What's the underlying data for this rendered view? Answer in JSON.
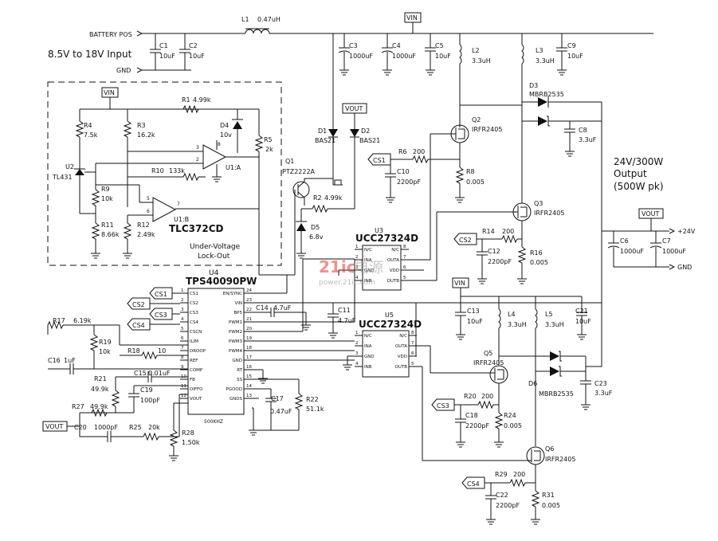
{
  "input": {
    "battery_pos": "BATTERY POS",
    "gnd": "GND",
    "range": "8.5V to 18V Input"
  },
  "output": {
    "power": "24V/300W",
    "output_word": "Output",
    "peak": "(500W pk)",
    "pos": "+24V",
    "gnd": "GND"
  },
  "nets": {
    "vin": "VIN",
    "vout": "VOUT",
    "cs1": "CS1",
    "cs2": "CS2",
    "cs3": "CS3",
    "cs4": "CS4"
  },
  "uvlo": {
    "title_line1": "Under-Voltage",
    "title_line2": "Lock-Out",
    "opamp_a": "U1:A",
    "opamp_b": "U1:B",
    "opamp_part": "TLC372CD",
    "ref_ref": "U2",
    "ref_part": "TL431"
  },
  "ics": {
    "u4_ref": "U4",
    "u4_part": "TPS40090PW",
    "u4_freq": "500KHZ",
    "u3_ref": "U3",
    "u3_part": "UCC27324D",
    "u5_ref": "U5",
    "u5_part": "UCC27324D"
  },
  "u4_pins_left": [
    {
      "num": "1",
      "name": "CS1"
    },
    {
      "num": "2",
      "name": "CS2"
    },
    {
      "num": "3",
      "name": "CS3"
    },
    {
      "num": "4",
      "name": "CS4"
    },
    {
      "num": "5",
      "name": "CSCN"
    },
    {
      "num": "6",
      "name": "ILIM"
    },
    {
      "num": "7",
      "name": "DROOP"
    },
    {
      "num": "8",
      "name": "REF"
    },
    {
      "num": "9",
      "name": "COMP"
    },
    {
      "num": "10",
      "name": "FB"
    },
    {
      "num": "11",
      "name": "DIFFO"
    },
    {
      "num": "12",
      "name": "VOUT"
    }
  ],
  "u4_pins_right": [
    {
      "num": "24",
      "name": "EN/SYNC"
    },
    {
      "num": "23",
      "name": "VIN"
    },
    {
      "num": "22",
      "name": "BP5"
    },
    {
      "num": "21",
      "name": "PWM1"
    },
    {
      "num": "20",
      "name": "PWM2"
    },
    {
      "num": "19",
      "name": "PWM3"
    },
    {
      "num": "18",
      "name": "PWM4"
    },
    {
      "num": "17",
      "name": "GND"
    },
    {
      "num": "16",
      "name": "RT"
    },
    {
      "num": "15",
      "name": "SS"
    },
    {
      "num": "14",
      "name": "PGOOD"
    },
    {
      "num": "13",
      "name": "GNDS"
    }
  ],
  "driver_pins": {
    "left": [
      {
        "num": "1",
        "name": "N/C"
      },
      {
        "num": "2",
        "name": "INA"
      },
      {
        "num": "3",
        "name": "GND"
      },
      {
        "num": "4",
        "name": "INB"
      }
    ],
    "right": [
      {
        "num": "8",
        "name": "N/C"
      },
      {
        "num": "7",
        "name": "OUTA"
      },
      {
        "num": "6",
        "name": "VDD"
      },
      {
        "num": "5",
        "name": "OUTB"
      }
    ]
  },
  "components": {
    "L1": {
      "ref": "L1",
      "value": "0.47uH"
    },
    "C1": {
      "ref": "C1",
      "value": "10uF"
    },
    "C2": {
      "ref": "C2",
      "value": "10uF"
    },
    "C3": {
      "ref": "C3",
      "value": "1000uF"
    },
    "C4": {
      "ref": "C4",
      "value": "1000uF"
    },
    "C5": {
      "ref": "C5",
      "value": "10uF"
    },
    "L2": {
      "ref": "L2",
      "value": "3.3uH"
    },
    "L3": {
      "ref": "L3",
      "value": "3.3uH"
    },
    "C9": {
      "ref": "C9",
      "value": "10uF"
    },
    "D3": {
      "ref": "D3",
      "value": "MBRB2535"
    },
    "Q2": {
      "ref": "Q2",
      "value": "IRFR2405"
    },
    "C8": {
      "ref": "C8",
      "value": "3.3uF"
    },
    "R6": {
      "ref": "R6",
      "value": "200"
    },
    "C10": {
      "ref": "C10",
      "value": "2200pF"
    },
    "R8": {
      "ref": "R8",
      "value": "0.005"
    },
    "Q3": {
      "ref": "Q3",
      "value": "IRFR2405"
    },
    "R14": {
      "ref": "R14",
      "value": "200"
    },
    "C12": {
      "ref": "C12",
      "value": "2200pF"
    },
    "R16": {
      "ref": "R16",
      "value": "0.005"
    },
    "C6": {
      "ref": "C6",
      "value": "1000uF"
    },
    "C7": {
      "ref": "C7",
      "value": "1000uF"
    },
    "D1": {
      "ref": "D1",
      "value": "BAS21"
    },
    "D2": {
      "ref": "D2",
      "value": "BAS21"
    },
    "Q1": {
      "ref": "Q1",
      "value": "PTZ2222A"
    },
    "R2": {
      "ref": "R2",
      "value": "4.99k"
    },
    "D5": {
      "ref": "D5",
      "value": "6.8v"
    },
    "R1": {
      "ref": "R1",
      "value": "4.99k"
    },
    "R3": {
      "ref": "R3",
      "value": "16.2k"
    },
    "R4": {
      "ref": "R4",
      "value": "7.5k"
    },
    "D4": {
      "ref": "D4",
      "value": "10v"
    },
    "R5": {
      "ref": "R5",
      "value": "2k"
    },
    "R9": {
      "ref": "R9",
      "value": "10k"
    },
    "R10": {
      "ref": "R10",
      "value": "133k"
    },
    "R11": {
      "ref": "R11",
      "value": "8.66k"
    },
    "R12": {
      "ref": "R12",
      "value": "2.49k"
    },
    "C14": {
      "ref": "C14",
      "value": "4.7uF"
    },
    "C11": {
      "ref": "C11",
      "value": "4.7uF"
    },
    "R17": {
      "ref": "R17",
      "value": "6.19k"
    },
    "R19": {
      "ref": "R19",
      "value": "10k"
    },
    "C16": {
      "ref": "C16",
      "value": "1uF"
    },
    "R18": {
      "ref": "R18",
      "value": "10"
    },
    "C15": {
      "ref": "C15",
      "value": "0.01uF"
    },
    "R21": {
      "ref": "R21",
      "value": "49.9k"
    },
    "C19": {
      "ref": "C19",
      "value": "100pF"
    },
    "R27": {
      "ref": "R27",
      "value": "49.9k"
    },
    "C20": {
      "ref": "C20",
      "value": "1000pF"
    },
    "R25": {
      "ref": "R25",
      "value": "20k"
    },
    "R28": {
      "ref": "R28",
      "value": "1.50k"
    },
    "C17": {
      "ref": "C17",
      "value": "0.47uF"
    },
    "R22": {
      "ref": "R22",
      "value": "51.1k"
    },
    "C13": {
      "ref": "C13",
      "value": "10uF"
    },
    "L4": {
      "ref": "L4",
      "value": "3.3uH"
    },
    "L5": {
      "ref": "L5",
      "value": "3.3uH"
    },
    "C21": {
      "ref": "C21",
      "value": "10uF"
    },
    "Q5": {
      "ref": "Q5",
      "value": "IRFR2405"
    },
    "D6": {
      "ref": "D6",
      "value": "MBRB2535"
    },
    "C23": {
      "ref": "C23",
      "value": "3.3uF"
    },
    "R20": {
      "ref": "R20",
      "value": "200"
    },
    "C18": {
      "ref": "C18",
      "value": "2200pF"
    },
    "R24": {
      "ref": "R24",
      "value": "0.005"
    },
    "Q6": {
      "ref": "Q6",
      "value": "IRFR2405"
    },
    "R29": {
      "ref": "R29",
      "value": "200"
    },
    "C22": {
      "ref": "C22",
      "value": "2200pF"
    },
    "R31": {
      "ref": "R31",
      "value": "0.005"
    }
  },
  "watermark": {
    "brand": "21ic",
    "cn": "电源",
    "site": "power.21ic.com"
  },
  "colors": {
    "watermark_red": "#e23a2e",
    "ink": "#111111"
  }
}
